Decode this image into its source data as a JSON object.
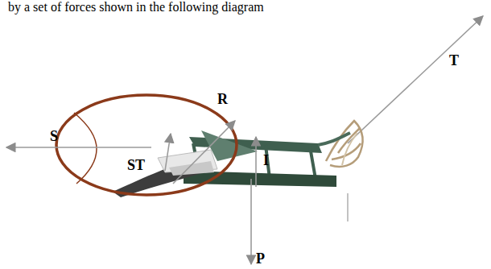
{
  "diagram": {
    "labels": [
      "by a set of forces shown in the following diagram",
      "T",
      "S",
      "R",
      "ST",
      "I",
      "P"
    ]
  }
}
